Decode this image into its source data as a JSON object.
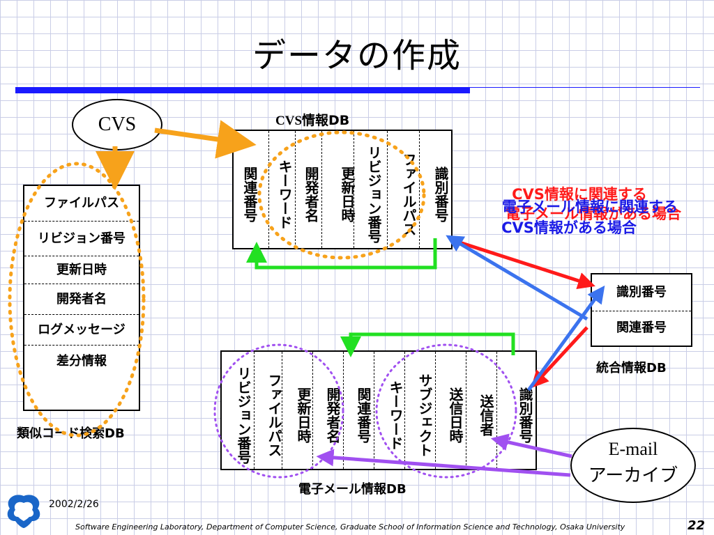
{
  "slide": {
    "title": "データの作成",
    "date": "2002/2/26",
    "footer": "Software Engineering Laboratory, Department of Computer Science, Graduate School of Information Science and Technology, Osaka University",
    "page_number": "22"
  },
  "nodes": {
    "cvs": "CVS",
    "email_line1": "E-mail",
    "email_line2": "アーカイブ"
  },
  "cvs_db": {
    "label_prefix": "CVS",
    "label_suffix": "情報DB",
    "columns": [
      "識別番号",
      "ファイルパス",
      "リビジョン番号",
      "更新日時",
      "開発者名",
      "キーワード",
      "関連番号"
    ]
  },
  "similar_code_db": {
    "label": "類似コード検索DB",
    "rows": [
      "ファイルパス",
      "リビジョン番号",
      "更新日時",
      "開発者名",
      "ログメッセージ",
      "差分情報"
    ]
  },
  "integrated_db": {
    "label": "統合情報DB",
    "rows": [
      "識別番号",
      "関連番号"
    ]
  },
  "email_db": {
    "label": "電子メール情報DB",
    "columns": [
      "識別番号",
      "送信者",
      "送信日時",
      "サブジェクト",
      "キーワード",
      "関連番号",
      "開発者名",
      "更新日時",
      "ファイルパス",
      "リビジョン番号"
    ]
  },
  "annotations": {
    "red_line1": "CVS情報に関連する",
    "red_line2": "電子メール情報がある場合",
    "blue_line1": "電子メール情報に関連する",
    "blue_line2": "CVS情報がある場合"
  },
  "colors": {
    "orange": "#f7a21b",
    "green": "#22e022",
    "red": "#ff1a1a",
    "blue": "#3b73ee",
    "purple": "#a050f0",
    "title_bar": "#1a1aff"
  }
}
